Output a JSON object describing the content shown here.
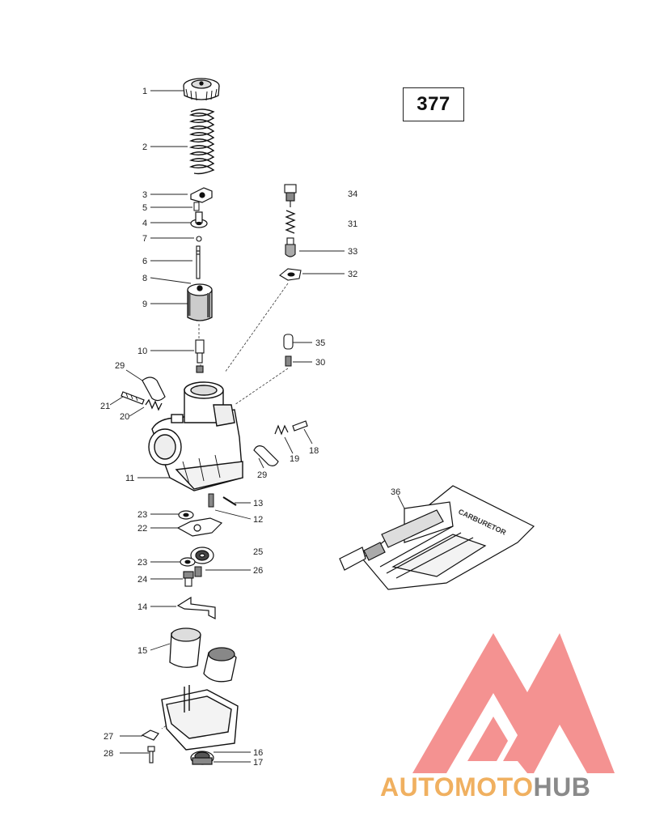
{
  "page_number": "377",
  "callouts": [
    "1",
    "2",
    "3",
    "5",
    "4",
    "7",
    "6",
    "8",
    "9",
    "10",
    "29",
    "21",
    "20",
    "11",
    "23",
    "22",
    "23",
    "24",
    "14",
    "15",
    "27",
    "28",
    "34",
    "31",
    "33",
    "32",
    "35",
    "30",
    "19",
    "18",
    "29",
    "13",
    "12",
    "25",
    "26",
    "16",
    "17",
    "36"
  ],
  "tool_kit_label": "CARBURETOR",
  "logo": {
    "part1": "AUTO",
    "part2": "MOTO",
    "part3": "HUB",
    "triangle_color": "#f07a78",
    "accent_color": "#f0b060",
    "gray_color": "#8a8a8a"
  }
}
